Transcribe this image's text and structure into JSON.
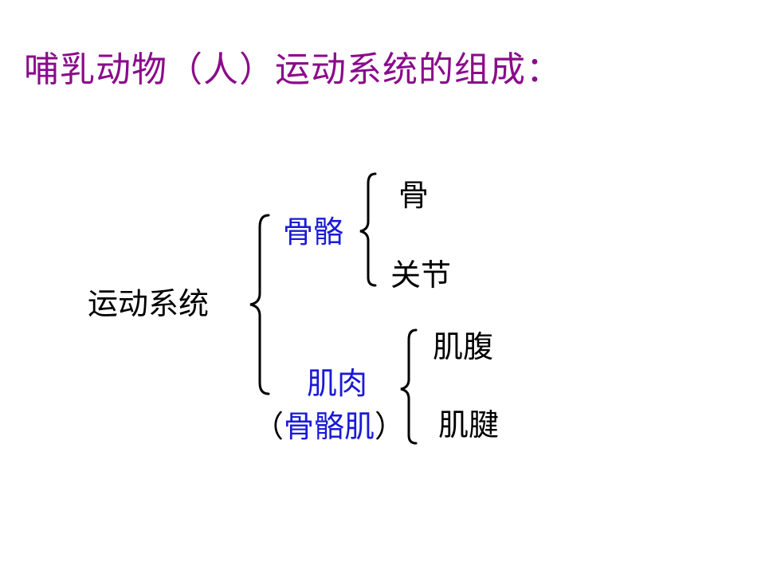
{
  "title": "哺乳动物（人）运动系统的组成：",
  "colors": {
    "title": "#8b0a8b",
    "category": "#1a1ad6",
    "text": "#000000"
  },
  "tree": {
    "root": "运动系统",
    "skeleton": {
      "label": "骨骼",
      "children": [
        "骨",
        "关节"
      ]
    },
    "muscle": {
      "label": "肌肉",
      "sub_open": "（",
      "sub_label": "骨骼肌",
      "sub_close": "）",
      "children": [
        "肌腹",
        "肌腱"
      ]
    }
  }
}
